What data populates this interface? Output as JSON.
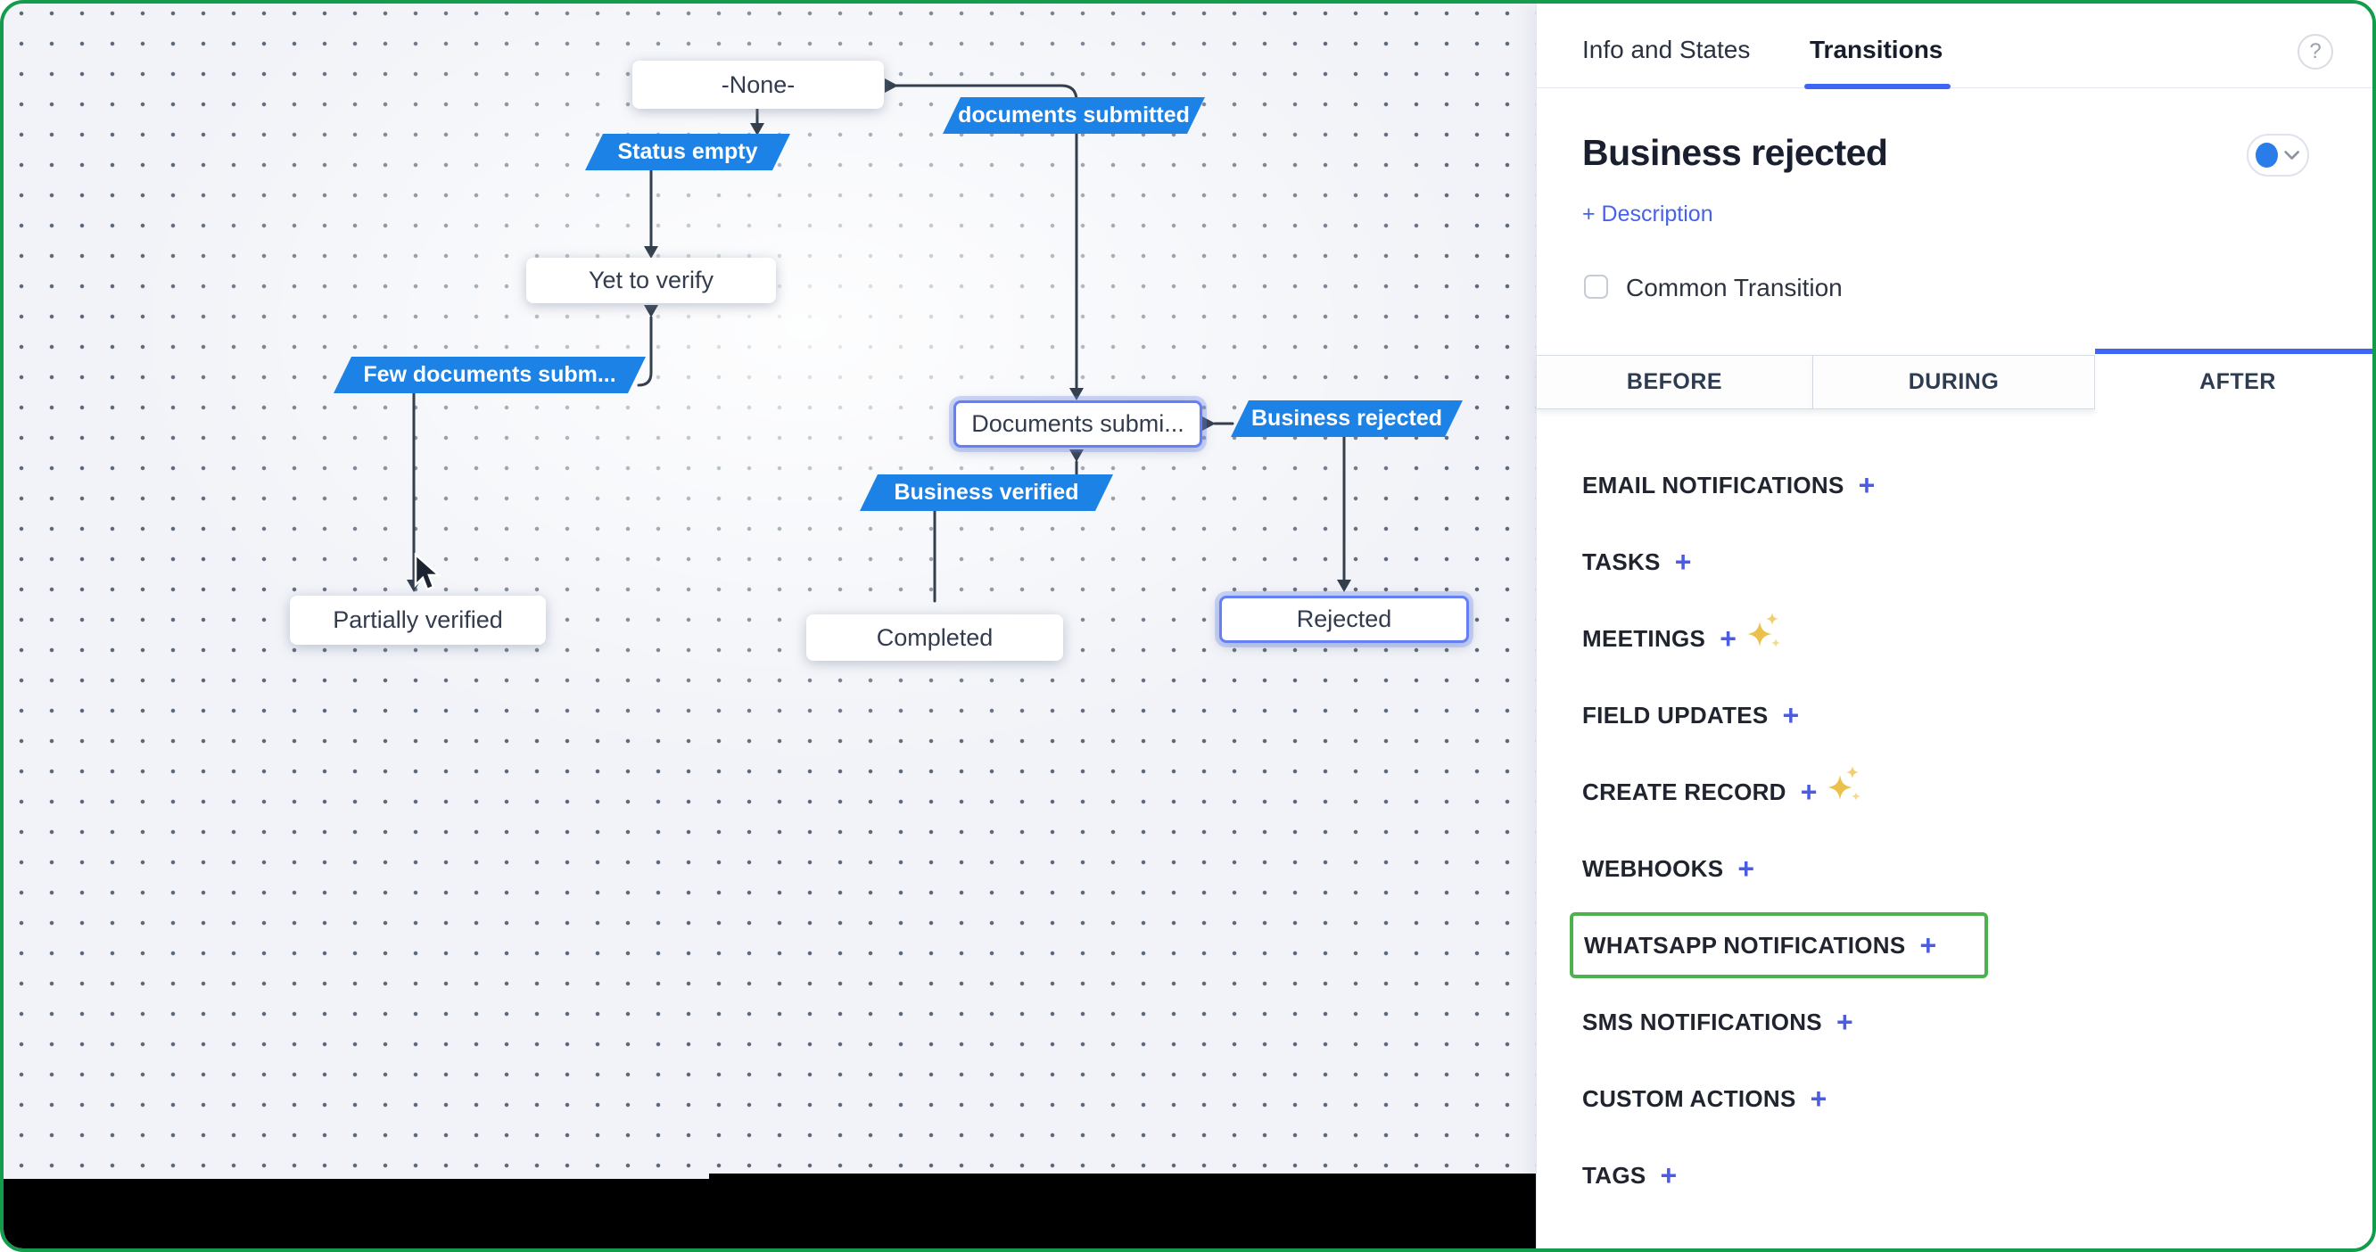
{
  "canvas": {
    "states": [
      {
        "id": "none",
        "label": "-None-",
        "selected": false
      },
      {
        "id": "yet-to-verify",
        "label": "Yet to verify",
        "selected": false
      },
      {
        "id": "documents-submitted",
        "label": "Documents submi...",
        "selected": true
      },
      {
        "id": "partially-verified",
        "label": "Partially verified",
        "selected": false
      },
      {
        "id": "completed",
        "label": "Completed",
        "selected": false
      },
      {
        "id": "rejected",
        "label": "Rejected",
        "selected": true
      }
    ],
    "transitions": [
      {
        "id": "status-empty",
        "label": "Status empty"
      },
      {
        "id": "documents-submitted",
        "label": "documents submitted"
      },
      {
        "id": "few-documents",
        "label": "Few documents subm..."
      },
      {
        "id": "business-rejected",
        "label": "Business rejected"
      },
      {
        "id": "business-verified",
        "label": "Business verified"
      }
    ]
  },
  "panel": {
    "tabs": [
      {
        "label": "Info and States",
        "active": false
      },
      {
        "label": "Transitions",
        "active": true
      }
    ],
    "help_glyph": "?",
    "title": "Business rejected",
    "description_link": "+ Description",
    "common_transition": {
      "label": "Common Transition",
      "checked": false
    },
    "stage_tabs": [
      {
        "label": "BEFORE",
        "active": false
      },
      {
        "label": "DURING",
        "active": false
      },
      {
        "label": "AFTER",
        "active": true
      }
    ],
    "plus_glyph": "+",
    "actions": [
      {
        "label": "EMAIL NOTIFICATIONS",
        "sparkle": false,
        "highlighted": false
      },
      {
        "label": "TASKS",
        "sparkle": false,
        "highlighted": false
      },
      {
        "label": "MEETINGS",
        "sparkle": true,
        "highlighted": false
      },
      {
        "label": "FIELD UPDATES",
        "sparkle": false,
        "highlighted": false
      },
      {
        "label": "CREATE RECORD",
        "sparkle": true,
        "highlighted": false
      },
      {
        "label": "WEBHOOKS",
        "sparkle": false,
        "highlighted": false
      },
      {
        "label": "WHATSAPP NOTIFICATIONS",
        "sparkle": false,
        "highlighted": true
      },
      {
        "label": "SMS NOTIFICATIONS",
        "sparkle": false,
        "highlighted": false
      },
      {
        "label": "CUSTOM ACTIONS",
        "sparkle": false,
        "highlighted": false
      },
      {
        "label": "TAGS",
        "sparkle": false,
        "highlighted": false
      }
    ]
  },
  "colors": {
    "window_border_green": "#149c4d",
    "accent_blue": "#3f66f2",
    "node_blue": "#1d82e6",
    "selected_outline_blue": "#6480f4",
    "highlight_green": "#4db14d",
    "plus_blue": "#4a5ce4",
    "sparkle_gold": "#ecc14b",
    "toggle_circle_blue": "#2a7ce8",
    "connector_dark": "#343f4e"
  }
}
